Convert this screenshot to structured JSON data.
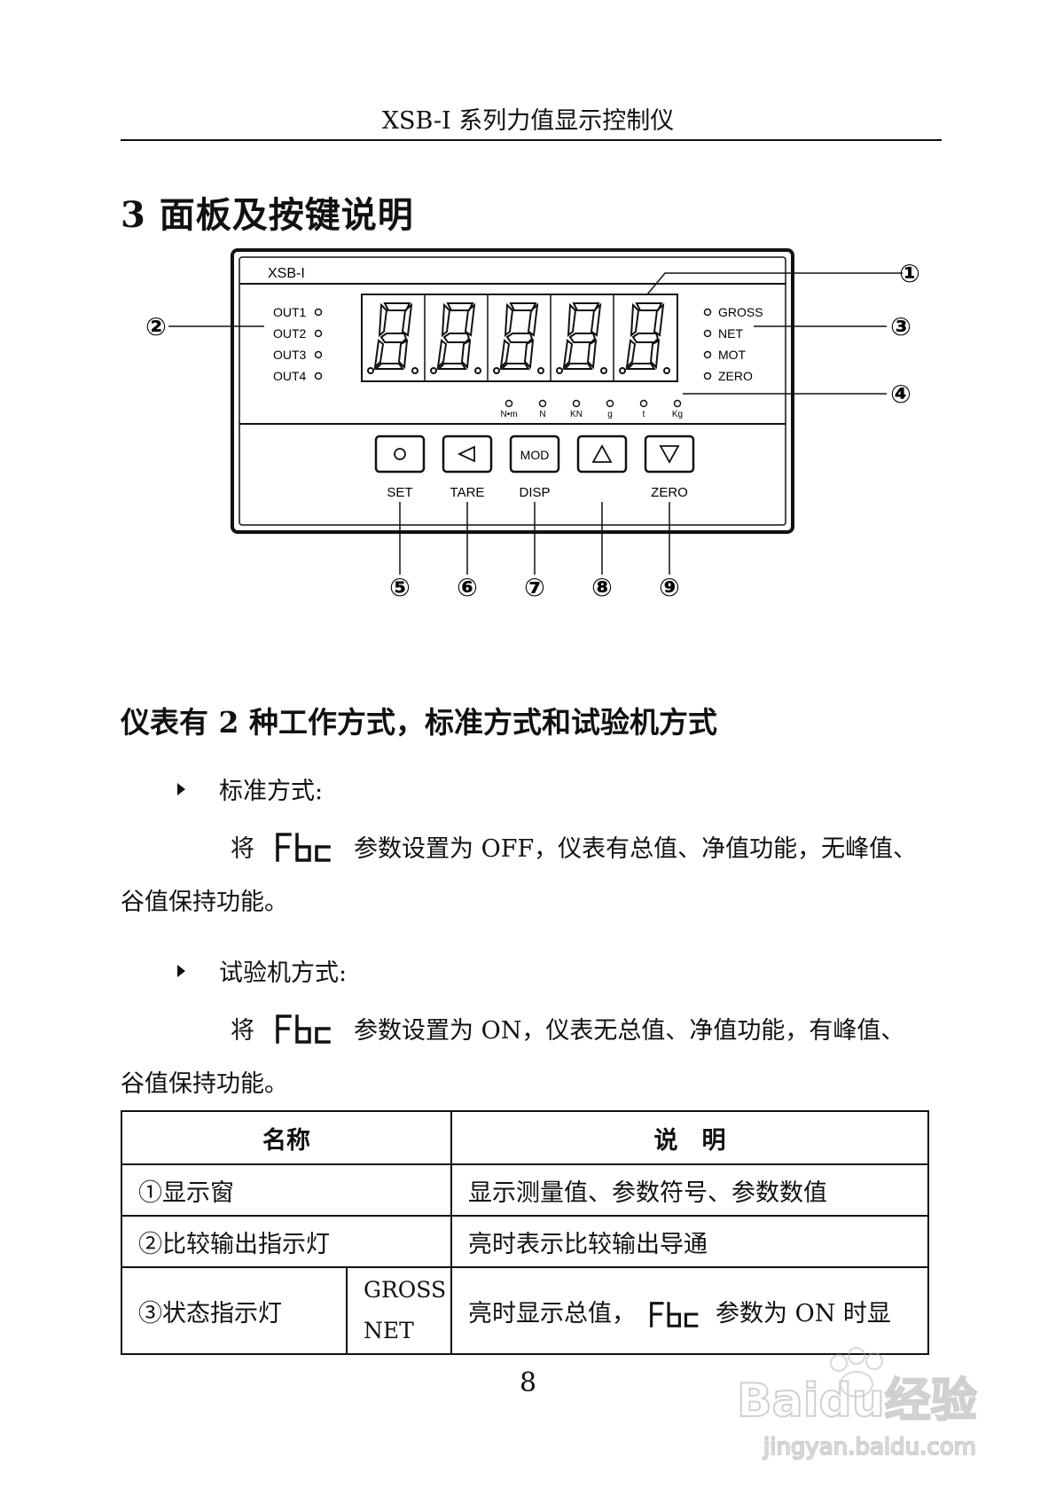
{
  "header": {
    "title": "XSB-I 系列力值显示控制仪"
  },
  "section_heading": "3  面板及按键说明",
  "panel": {
    "model": "XSB-I",
    "outputs": [
      "OUT1",
      "OUT2",
      "OUT3",
      "OUT4"
    ],
    "status": [
      "GROSS",
      "NET",
      "MOT",
      "ZERO"
    ],
    "units": [
      "N•m",
      "N",
      "KN",
      "g",
      "t",
      "Kg"
    ],
    "buttons": [
      {
        "symbol": "O",
        "label": "SET"
      },
      {
        "symbol": "◁",
        "label": "TARE"
      },
      {
        "symbol": "MOD",
        "label": "DISP"
      },
      {
        "symbol": "△",
        "label": ""
      },
      {
        "symbol": "▽",
        "label": "ZERO"
      }
    ],
    "callouts": [
      "①",
      "②",
      "③",
      "④",
      "⑤",
      "⑥",
      "⑦",
      "⑧",
      "⑨"
    ]
  },
  "mode_heading": "仪表有 2 种工作方式，标准方式和试验机方式",
  "standard": {
    "label": "标准方式:",
    "para_prefix": "将",
    "para_suffix": "参数设置为 OFF，仪表有总值、净值功能，无峰值、",
    "para_cont": "谷值保持功能。"
  },
  "tester": {
    "label": "试验机方式:",
    "para_prefix": "将",
    "para_suffix": "参数设置为 ON，仪表无总值、净值功能，有峰值、",
    "para_cont": "谷值保持功能。"
  },
  "table": {
    "headers": [
      "名称",
      "说　明"
    ],
    "rows": [
      {
        "name": "①显示窗",
        "desc": "显示测量值、参数符号、参数数值"
      },
      {
        "name": "②比较输出指示灯",
        "desc": "亮时表示比较输出导通"
      },
      {
        "name": "③状态指示灯",
        "sub1": "GROSS",
        "sub2": "NET",
        "desc_prefix": "亮时显示总值，",
        "desc_suffix": "参数为 ON 时显"
      }
    ]
  },
  "page_number": "8",
  "watermark": {
    "brand": "Baidu经验",
    "url": "jingyan.baidu.com"
  }
}
